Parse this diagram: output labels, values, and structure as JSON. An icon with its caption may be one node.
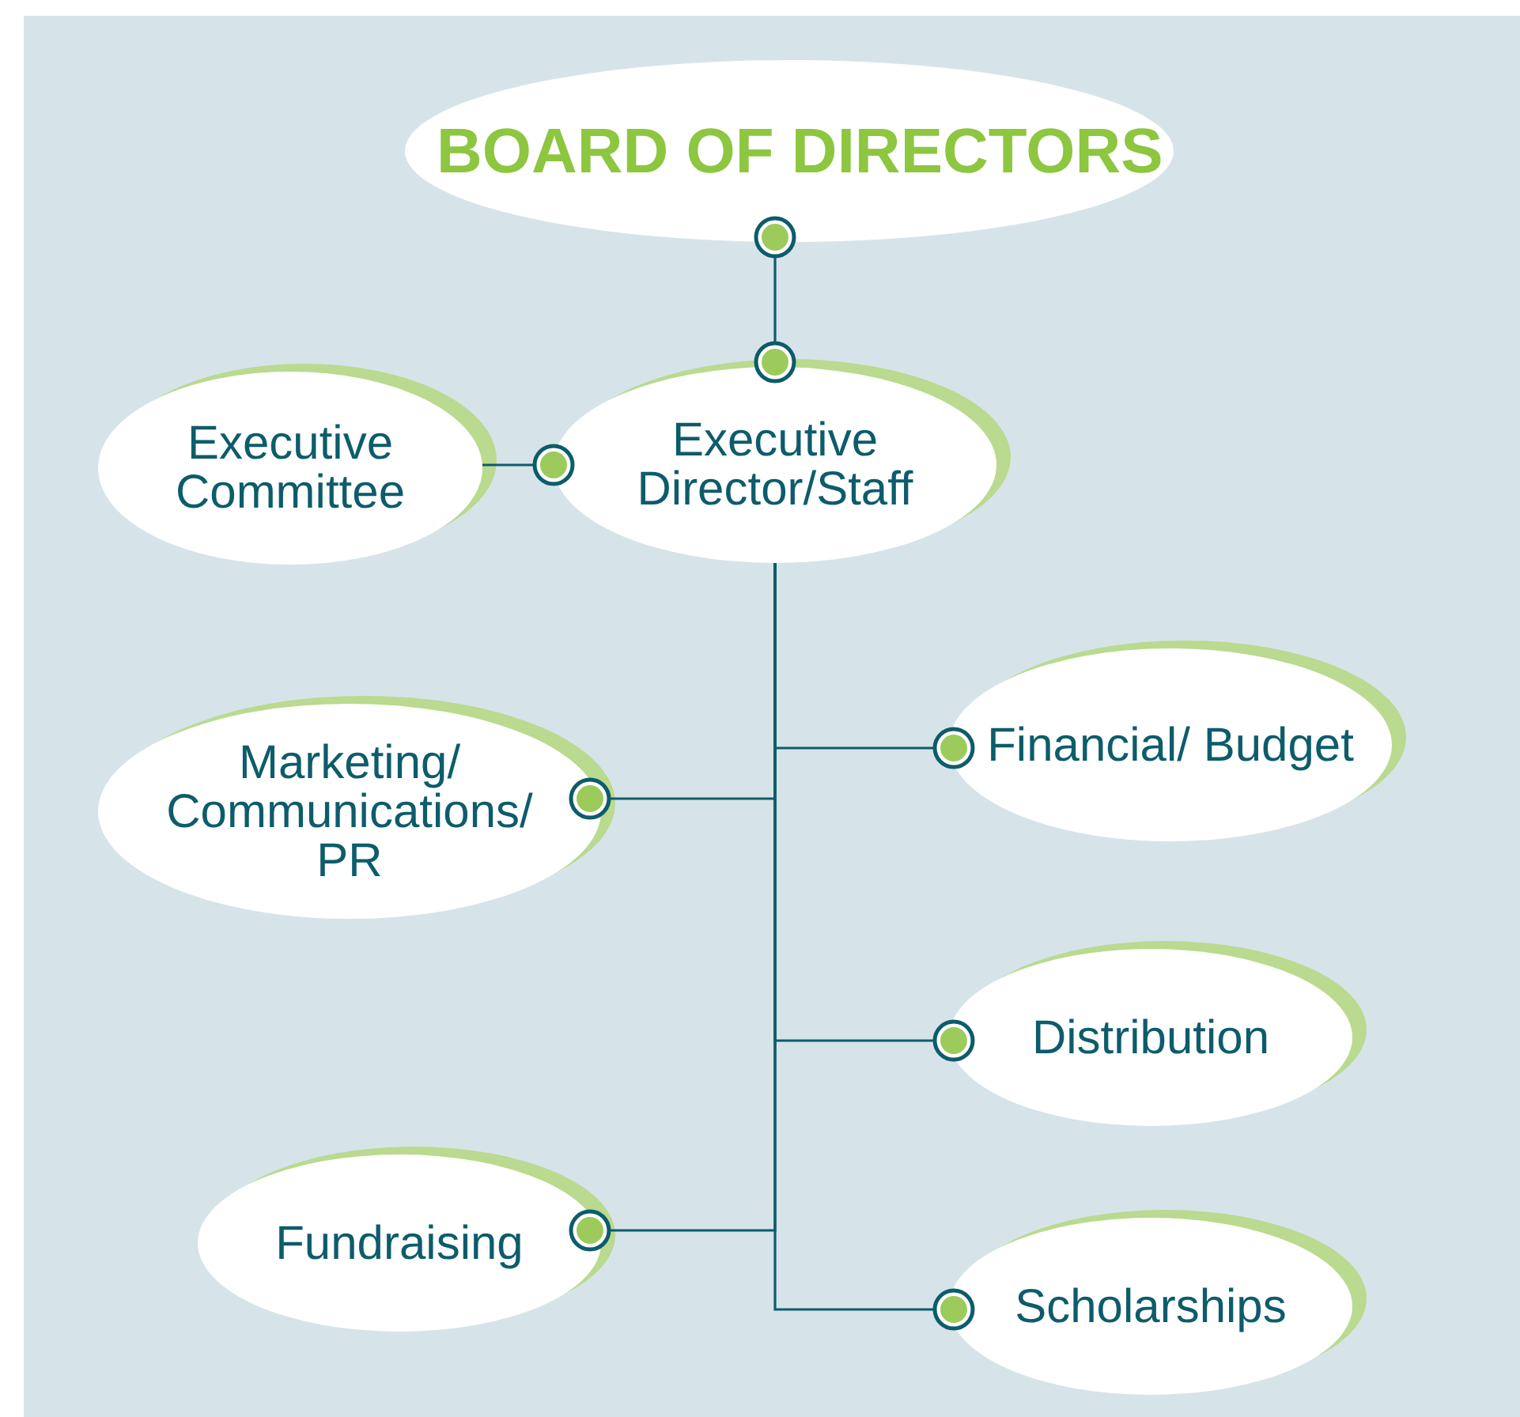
{
  "diagram": {
    "nodes": [
      {
        "text": [
          "BOARD OF DIRECTORS"
        ]
      },
      {
        "text": [
          "Executive Committee"
        ]
      },
      {
        "text": [
          "Executive Director/Staff"
        ]
      },
      {
        "text": [
          "Marketing/ Communications/ PR"
        ]
      },
      {
        "text": [
          "Financial/ Budget"
        ]
      },
      {
        "text": [
          "Distribution"
        ]
      },
      {
        "text": [
          "Fundraising"
        ]
      },
      {
        "text": [
          "Scholarships"
        ]
      }
    ],
    "edges": [
      {
        "from": 0,
        "to": 2,
        "arrow": "other"
      },
      {
        "from": 1,
        "to": 2,
        "arrow": "other"
      },
      {
        "from": 2,
        "to": 4,
        "arrow": "other"
      },
      {
        "from": 2,
        "to": 3,
        "arrow": "other"
      },
      {
        "from": 2,
        "to": 5,
        "arrow": "other"
      },
      {
        "from": 2,
        "to": 6,
        "arrow": "other"
      },
      {
        "from": 2,
        "to": 7,
        "arrow": "other"
      }
    ]
  }
}
